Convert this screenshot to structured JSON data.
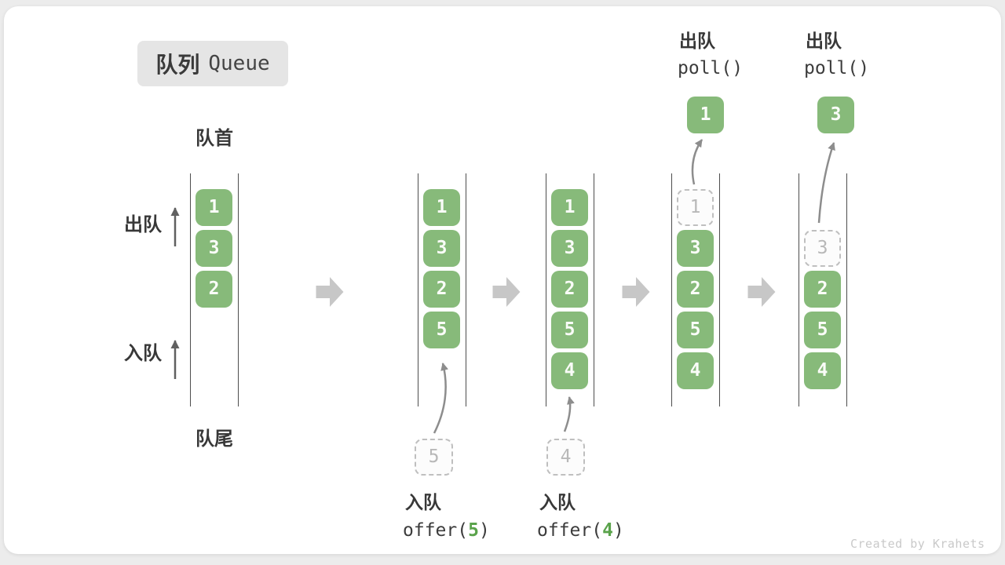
{
  "title": {
    "name_zh": "队列",
    "name_en": "Queue"
  },
  "side_labels": {
    "front": "队首",
    "rear": "队尾",
    "dequeue": "出队",
    "enqueue": "入队"
  },
  "columns": [
    {
      "boxes": [
        {
          "value": "1"
        },
        {
          "value": "3"
        },
        {
          "value": "2"
        }
      ]
    },
    {
      "boxes": [
        {
          "value": "1"
        },
        {
          "value": "3"
        },
        {
          "value": "2"
        },
        {
          "value": "5"
        }
      ],
      "staging": {
        "value": "5"
      }
    },
    {
      "boxes": [
        {
          "value": "1"
        },
        {
          "value": "3"
        },
        {
          "value": "2"
        },
        {
          "value": "5"
        },
        {
          "value": "4"
        }
      ],
      "staging": {
        "value": "4"
      }
    },
    {
      "boxes": [
        {
          "value": "1",
          "state": "removed"
        },
        {
          "value": "3"
        },
        {
          "value": "2"
        },
        {
          "value": "5"
        },
        {
          "value": "4"
        }
      ],
      "result": {
        "value": "1"
      }
    },
    {
      "boxes": [
        {
          "value": "3",
          "state": "removed"
        },
        {
          "value": "2"
        },
        {
          "value": "5"
        },
        {
          "value": "4"
        }
      ],
      "result": {
        "value": "3"
      }
    }
  ],
  "operations": {
    "enqueue5": {
      "label": "入队",
      "code_prefix": "offer(",
      "arg": "5",
      "code_suffix": ")"
    },
    "enqueue4": {
      "label": "入队",
      "code_prefix": "offer(",
      "arg": "4",
      "code_suffix": ")"
    },
    "poll1": {
      "label": "出队",
      "code": "poll()"
    },
    "poll2": {
      "label": "出队",
      "code": "poll()"
    }
  },
  "watermark": "Created by Krahets",
  "colors": {
    "box_green": "#87ba7a",
    "code_arg_green": "#5aa34b",
    "block_arrow_gray": "#c7c7c7",
    "curve_arrow_gray": "#8d8d8d",
    "side_arrow_gray": "#606060",
    "badge_bg": "#e5e5e5",
    "column_line": "#4d4d4d"
  }
}
